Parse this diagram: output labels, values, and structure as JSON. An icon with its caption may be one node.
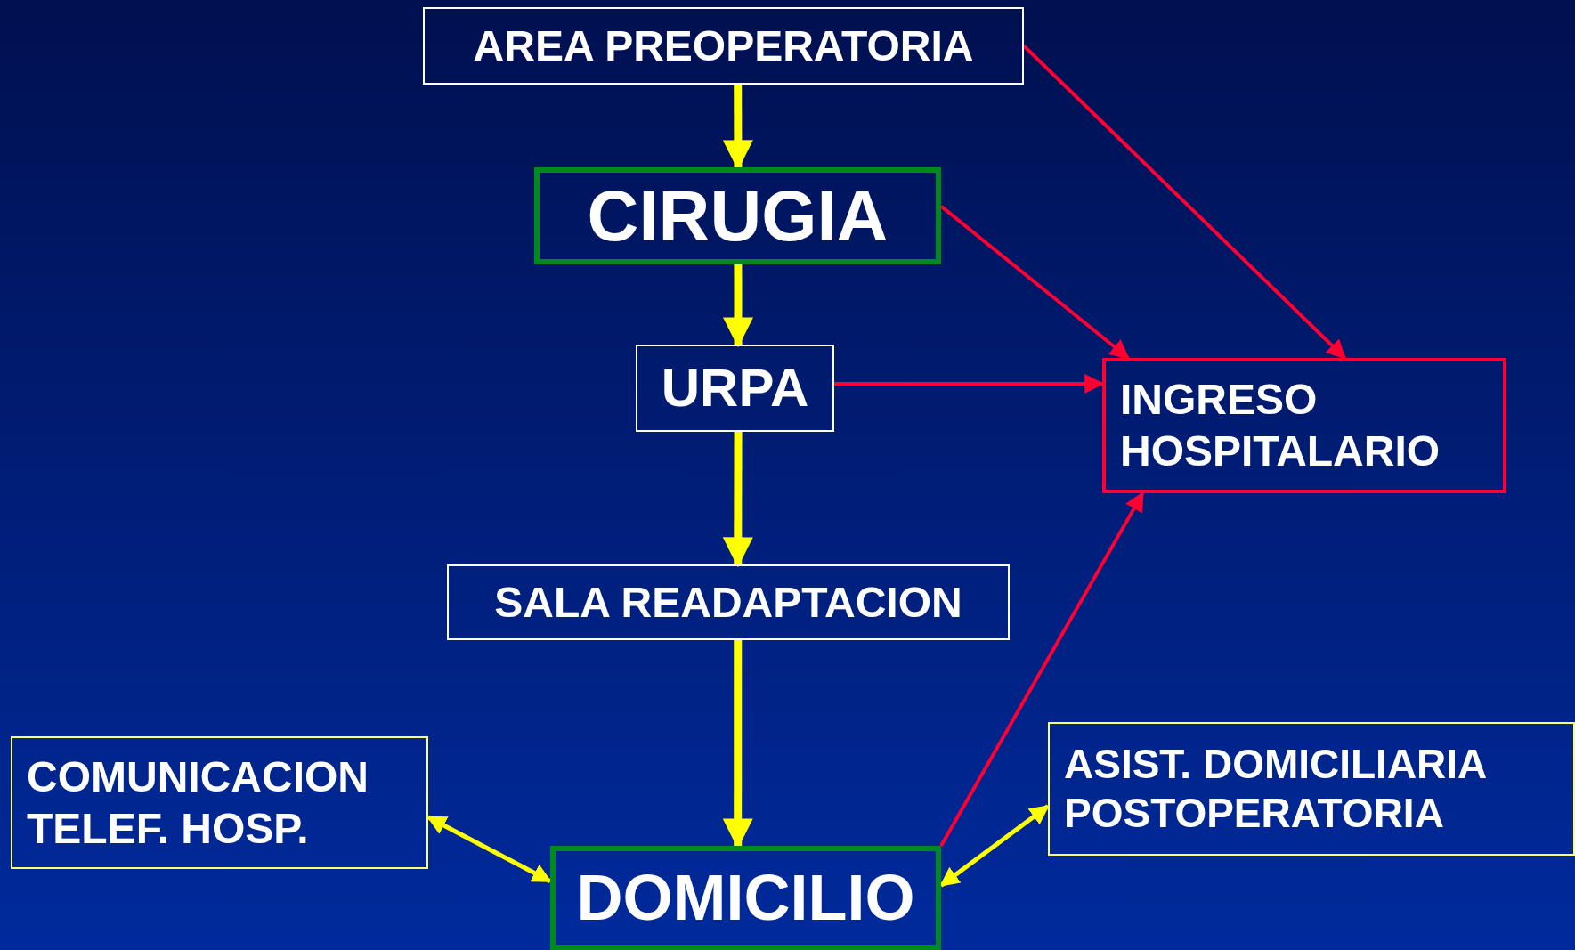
{
  "diagram": {
    "nodes": [
      {
        "text": [
          "AREA PREOPERATORIA"
        ]
      },
      {
        "text": [
          "CIRUGIA"
        ]
      },
      {
        "text": [
          "URPA"
        ]
      },
      {
        "text": [
          "INGRESO HOSPITALARIO"
        ]
      },
      {
        "text": [
          "SALA READAPTACION"
        ]
      },
      {
        "text": [
          "COMUNICACION TELEF. HOSP."
        ]
      },
      {
        "text": [
          "DOMICILIO"
        ]
      },
      {
        "text": [
          "ASIST. DOMICILIARIA POSTOPERATORIA"
        ]
      }
    ],
    "edges": [
      {
        "from": 0,
        "to": 1,
        "arrow": "to",
        "style": "thick"
      },
      {
        "from": 1,
        "to": 2,
        "arrow": "to",
        "style": "thick"
      },
      {
        "from": 2,
        "to": 4,
        "arrow": "to",
        "style": "thick"
      },
      {
        "from": 4,
        "to": 6,
        "arrow": "to",
        "style": "thick"
      },
      {
        "from": 0,
        "to": 3,
        "arrow": "to",
        "color": "#ff0033"
      },
      {
        "from": 1,
        "to": 3,
        "arrow": "to",
        "color": "#ff0033"
      },
      {
        "from": 2,
        "to": 3,
        "arrow": "to",
        "color": "#ff0033"
      },
      {
        "from": 6,
        "to": 3,
        "arrow": "to",
        "color": "#ff0033"
      },
      {
        "from": 5,
        "to": 6,
        "arrow": "both"
      },
      {
        "from": 6,
        "to": 7,
        "arrow": "both"
      }
    ]
  }
}
